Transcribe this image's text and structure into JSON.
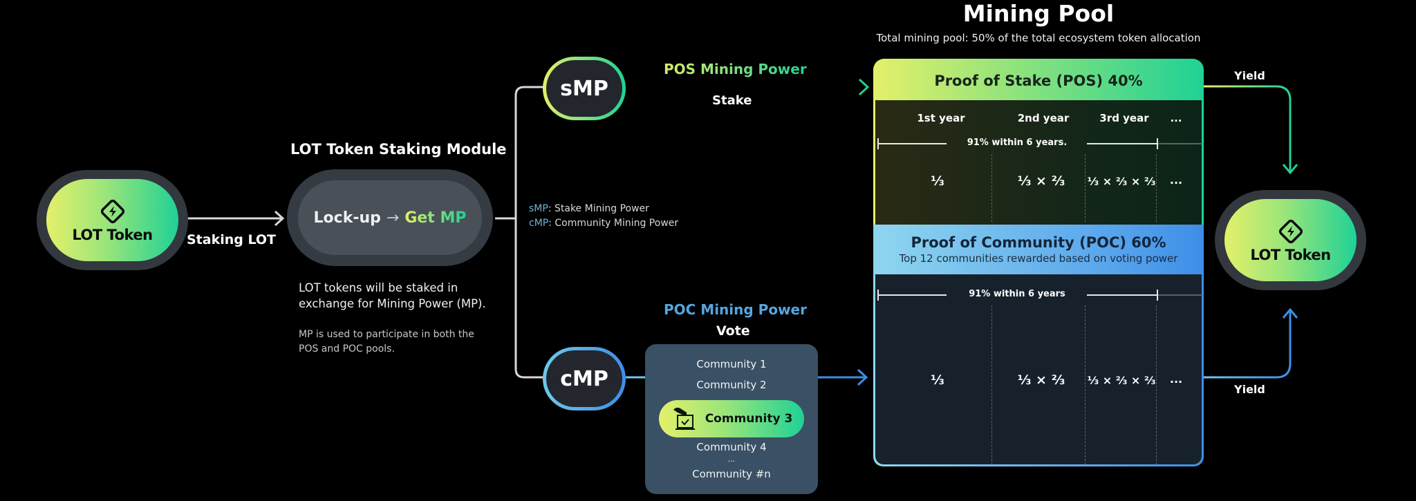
{
  "source_token": {
    "label": "LOT Token",
    "icon": "lot-logo-icon"
  },
  "staking_edge": {
    "label": "Staking LOT"
  },
  "staking_module": {
    "title": "LOT Token Staking Module",
    "lock_label": "Lock-up",
    "arrow": "→",
    "get_label": "Get MP",
    "desc_main": "LOT tokens will be staked in exchange for Mining Power (MP).",
    "desc_sub": "MP is used to participate in both the POS and POC pools."
  },
  "legend": {
    "items": [
      {
        "abbr": "sMP",
        "text": ": Stake Mining Power"
      },
      {
        "abbr": "cMP",
        "text": ": Community Mining Power"
      }
    ]
  },
  "smp": {
    "label": "sMP",
    "power_label": "POS Mining Power",
    "action": "Stake"
  },
  "cmp": {
    "label": "cMP",
    "power_label": "POC Mining Power",
    "action": "Vote"
  },
  "communities": {
    "items": [
      "Community 1",
      "Community 2",
      "Community 4",
      "...",
      "Community #n"
    ],
    "selected": "Community 3",
    "selected_icon": "ballot-box-icon"
  },
  "mining_pool": {
    "title": "Mining Pool",
    "subtitle": "Total mining pool: 50% of the total ecosystem token allocation",
    "pos": {
      "title": "Proof of Stake (POS) 40%",
      "years": [
        "1st year",
        "2nd year",
        "3rd year",
        "..."
      ],
      "span_note": "91% within 6 years.",
      "fractions": [
        "⅓",
        "⅓ × ⅔",
        "⅓ × ⅔ × ⅔",
        "..."
      ]
    },
    "poc": {
      "title": "Proof of Community (POC) 60%",
      "subtitle": "Top 12 communities rewarded based on voting power",
      "span_note": "91% within 6 years",
      "fractions": [
        "⅓",
        "⅓ × ⅔",
        "⅓ × ⅔ × ⅔",
        "..."
      ]
    }
  },
  "yield": {
    "top_label": "Yield",
    "bottom_label": "Yield"
  },
  "target_token": {
    "label": "LOT Token",
    "icon": "lot-logo-icon"
  },
  "colors": {
    "green_start": "#e4f06a",
    "green_end": "#1fd195",
    "blue_start": "#8fd6ef",
    "blue_end": "#3d8ee8",
    "legend_abbr": "#6ab7d8"
  }
}
